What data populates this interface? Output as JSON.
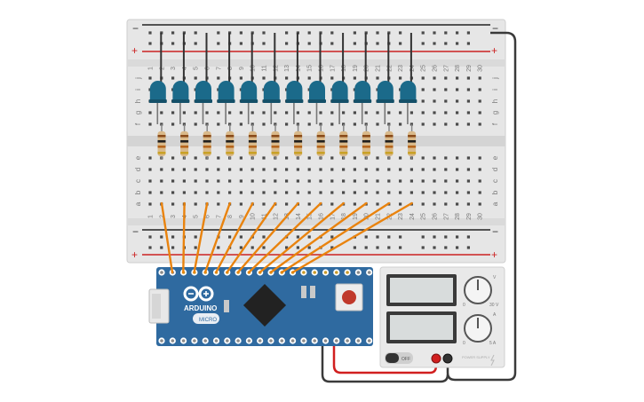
{
  "breadboard": {
    "rail_minus": "−",
    "rail_plus": "+",
    "columns": [
      "1",
      "2",
      "3",
      "4",
      "5",
      "6",
      "7",
      "8",
      "9",
      "10",
      "11",
      "12",
      "13",
      "14",
      "15",
      "16",
      "17",
      "18",
      "19",
      "20",
      "21",
      "22",
      "23",
      "24",
      "25",
      "26",
      "27",
      "28",
      "29",
      "30"
    ],
    "rows_top": [
      "j",
      "i",
      "h",
      "g",
      "f"
    ],
    "rows_bottom": [
      "e",
      "d",
      "c",
      "b",
      "a"
    ]
  },
  "arduino": {
    "logo_text": "ARDUINO",
    "model_text": "MICRO"
  },
  "power_supply": {
    "top_dial_label": "V",
    "top_dial_min": "0",
    "top_dial_max": "30 V",
    "bottom_dial_label": "A",
    "bottom_dial_min": "0",
    "bottom_dial_max": "5 A",
    "switch_label": "OFF",
    "brand_text": "POWER SUPPLY"
  },
  "components": {
    "led_count": 12,
    "led_color": "#1b6a8a",
    "resistor_count": 12,
    "wire_color_signal": "#e9830e",
    "wire_color_positive": "#d11f1f",
    "wire_color_ground": "#3a3a3a",
    "board_color": "#2f6aa0"
  }
}
